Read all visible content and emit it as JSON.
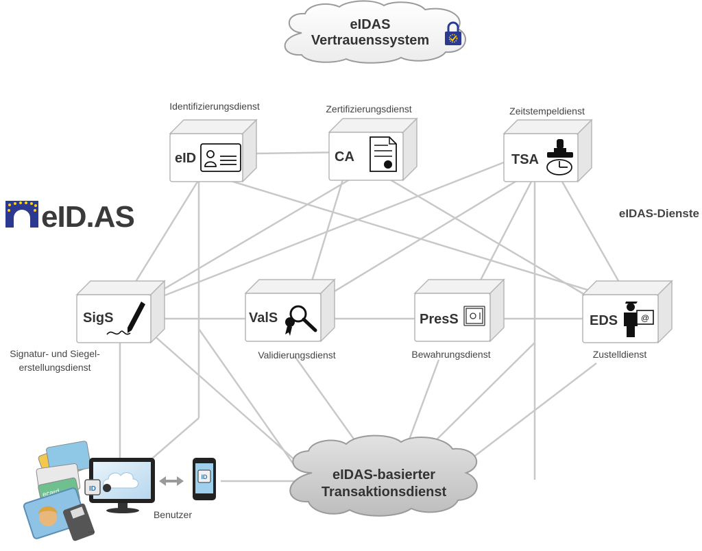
{
  "trust_cloud": {
    "line1": "eIDAS",
    "line2": "Vertrauenssystem"
  },
  "logo": {
    "text": "eID.AS"
  },
  "services_heading": "eIDAS-Dienste",
  "nodes": {
    "eid": {
      "label": "eID",
      "caption": "Identifizierungsdienst"
    },
    "ca": {
      "label": "CA",
      "caption": "Zertifizierungsdienst"
    },
    "tsa": {
      "label": "TSA",
      "caption": "Zeitstempeldienst"
    },
    "sigs": {
      "label": "SigS",
      "caption_line1": "Signatur- und Siegel-",
      "caption_line2": "erstellungsdienst"
    },
    "vals": {
      "label": "ValS",
      "caption": "Validierungsdienst"
    },
    "press": {
      "label": "PresS",
      "caption": "Bewahrungsdienst"
    },
    "eds": {
      "label": "EDS",
      "caption": "Zustelldienst"
    }
  },
  "transaction_cloud": {
    "line1": "eIDAS-basierter",
    "line2": "Transaktionsdienst"
  },
  "user": {
    "label": "Benutzer",
    "ellipsis": "...",
    "id_badge": "ID",
    "card_brand": "ecard"
  },
  "colors": {
    "line": "#c8c8c8",
    "box_face": "#ffffff",
    "box_side": "#e6e6e6",
    "box_border": "#b5b5b5",
    "cloud_gray": "#cfcfcf",
    "eu_blue": "#2b3990",
    "eu_star": "#ffd200"
  }
}
